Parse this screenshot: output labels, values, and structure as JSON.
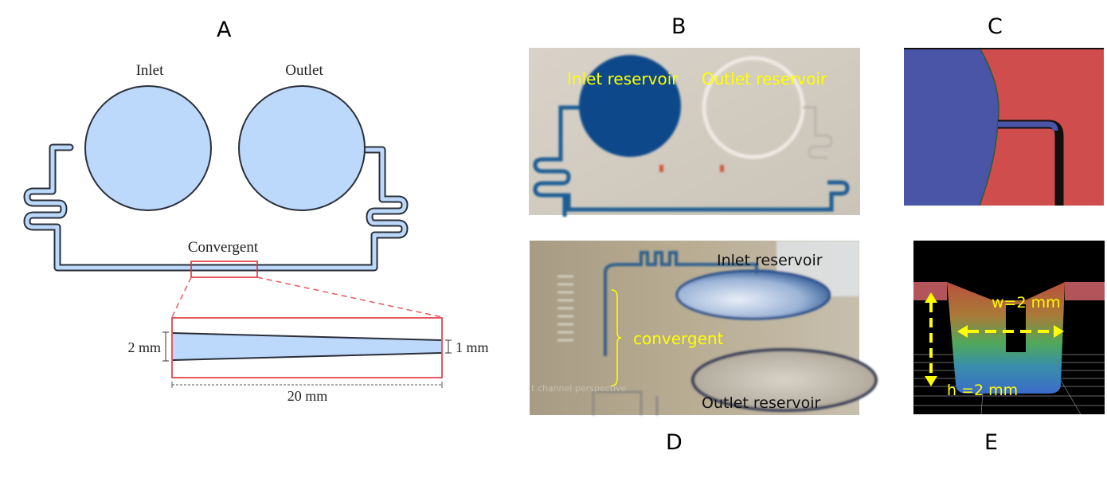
{
  "figure": {
    "panels": {
      "A": {
        "letter": "A",
        "labels": {
          "inlet": "Inlet",
          "outlet": "Outlet",
          "convergent": "Convergent",
          "inlet_width": "2 mm",
          "outlet_width": "1 mm",
          "length": "20 mm"
        }
      },
      "B": {
        "letter": "B",
        "labels": {
          "inlet_reservoir": "Inlet reservoir",
          "outlet_reservoir": "Outlet reservoir"
        }
      },
      "C": {
        "letter": "C"
      },
      "D": {
        "letter": "D",
        "labels": {
          "inlet_reservoir": "Inlet reservoir",
          "convergent": "convergent",
          "outlet_reservoir": "Outlet reservoir",
          "watermark": "t channel perspective"
        }
      },
      "E": {
        "letter": "E",
        "labels": {
          "width": "w=2 mm",
          "height": "h =2 mm"
        }
      }
    },
    "colors": {
      "channel_fill": "#bcd8fb",
      "outline": "#2a2f3a",
      "highlight": "#e0303a",
      "dye": "#0c4a8a",
      "annotation": "#ffff00",
      "region_blue": "#4a55a8",
      "region_red": "#cf4d4d"
    }
  }
}
